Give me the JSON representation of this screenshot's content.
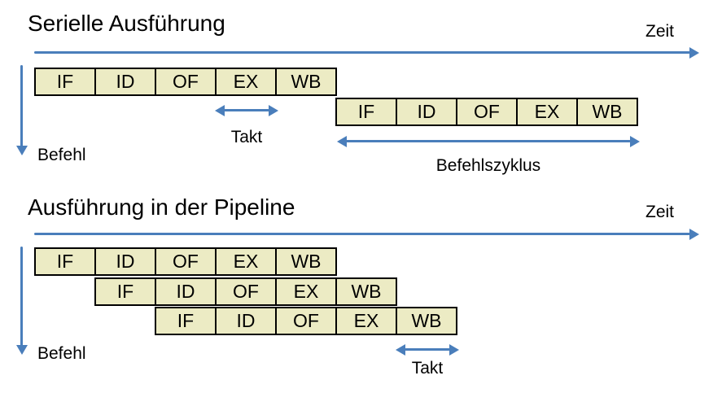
{
  "colors": {
    "arrow_blue": "#4A7EBB",
    "box_fill": "#ECEBC4",
    "box_border": "#000000",
    "text": "#000000",
    "background": "#FFFFFF"
  },
  "serial": {
    "title": "Serielle Ausführung",
    "zeit_label": "Zeit",
    "befehl_label": "Befehl",
    "takt_label": "Takt",
    "befehlszyklus_label": "Befehlszyklus",
    "row1": [
      "IF",
      "ID",
      "OF",
      "EX",
      "WB"
    ],
    "row2": [
      "IF",
      "ID",
      "OF",
      "EX",
      "WB"
    ]
  },
  "pipeline": {
    "title": "Ausführung in der Pipeline",
    "zeit_label": "Zeit",
    "befehl_label": "Befehl",
    "takt_label": "Takt",
    "rows": [
      [
        "IF",
        "ID",
        "OF",
        "EX",
        "WB"
      ],
      [
        "IF",
        "ID",
        "OF",
        "EX",
        "WB"
      ],
      [
        "IF",
        "ID",
        "OF",
        "EX",
        "WB"
      ]
    ]
  }
}
